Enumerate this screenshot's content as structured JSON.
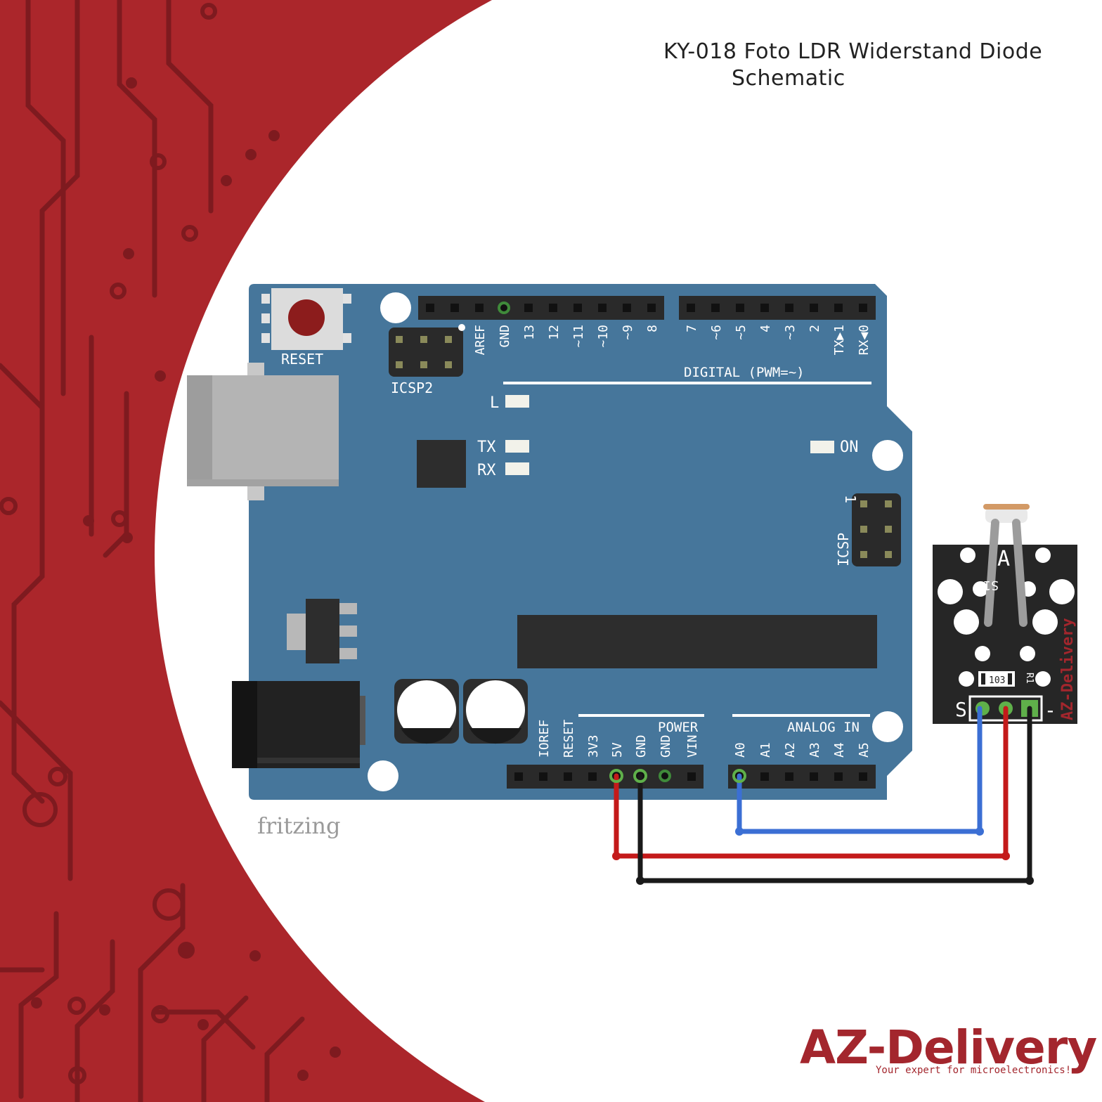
{
  "title": {
    "line1": "KY-018 Foto LDR Widerstand Diode",
    "line2": "Schematic"
  },
  "brand": {
    "name": "AZ-Delivery",
    "tagline": "Your expert for microelectronics!",
    "color": "#a3262d"
  },
  "watermark": "fritzing",
  "board": {
    "reset_label": "RESET",
    "icsp2_label": "ICSP2",
    "icsp_label": "ICSP",
    "icsp_pin1": "1",
    "digital_label": "DIGITAL (PWM=~)",
    "power_label": "POWER",
    "analog_label": "ANALOG IN",
    "led_l": "L",
    "led_tx": "TX",
    "led_rx": "RX",
    "led_on": "ON",
    "digital_pins_left": [
      "AREF",
      "GND",
      "13",
      "12",
      "~11",
      "~10",
      "~9",
      "8"
    ],
    "digital_pins_right": [
      "7",
      "~6",
      "~5",
      "4",
      "~3",
      "2",
      "TX▶1",
      "RX◀0"
    ],
    "power_pins": [
      "IOREF",
      "RESET",
      "3V3",
      "5V",
      "GND",
      "GND",
      "VIN"
    ],
    "analog_pins": [
      "A0",
      "A1",
      "A2",
      "A3",
      "A4",
      "A5"
    ],
    "color": "#46769b"
  },
  "module": {
    "ldr_label": "A",
    "s1_label": "S1",
    "r1_label": "R1",
    "resistor_value": "103",
    "pin_s": "S",
    "pin_minus": "-",
    "side_text": "AZ-Delivery"
  },
  "wires": [
    {
      "from": "A0",
      "to": "S",
      "color": "#3b6fd4"
    },
    {
      "from": "5V",
      "to": "middle",
      "color": "#c41a1a"
    },
    {
      "from": "GND",
      "to": "-",
      "color": "#1a1a1a"
    }
  ]
}
